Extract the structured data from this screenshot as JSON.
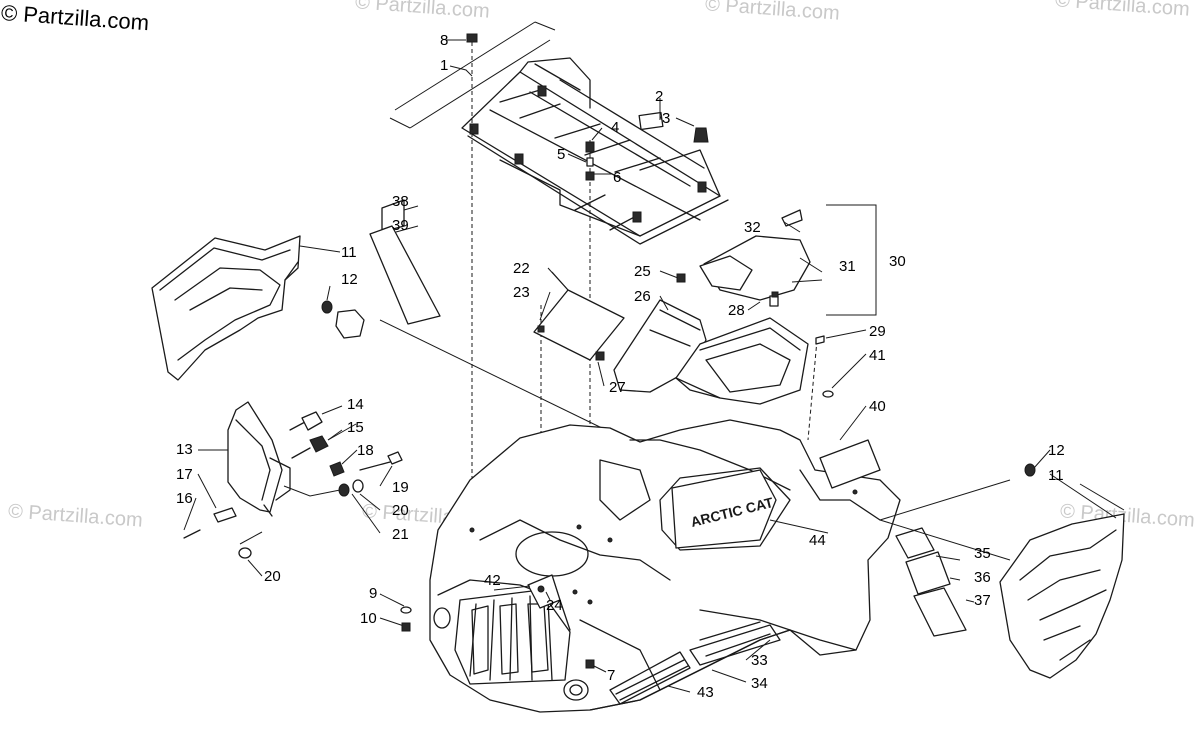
{
  "watermarks": {
    "primary": "© Partzilla.com",
    "faint": "© Partzilla.com"
  },
  "callouts": {
    "c1": "1",
    "c2": "2",
    "c3": "3",
    "c4": "4",
    "c5": "5",
    "c6": "6",
    "c7": "7",
    "c8": "8",
    "c9": "9",
    "c10": "10",
    "c11a": "11",
    "c11b": "11",
    "c12a": "12",
    "c12b": "12",
    "c13": "13",
    "c14": "14",
    "c15": "15",
    "c16": "16",
    "c17": "17",
    "c18": "18",
    "c19": "19",
    "c20a": "20",
    "c20b": "20",
    "c21": "21",
    "c22": "22",
    "c23": "23",
    "c24": "24",
    "c25": "25",
    "c26": "26",
    "c27": "27",
    "c28": "28",
    "c29": "29",
    "c30": "30",
    "c31": "31",
    "c32": "32",
    "c33": "33",
    "c34": "34",
    "c35": "35",
    "c36": "36",
    "c37": "37",
    "c38": "38",
    "c39": "39",
    "c40": "40",
    "c41": "41",
    "c42": "42",
    "c43": "43",
    "c44": "44"
  },
  "brand_text": "ARCTIC CAT"
}
